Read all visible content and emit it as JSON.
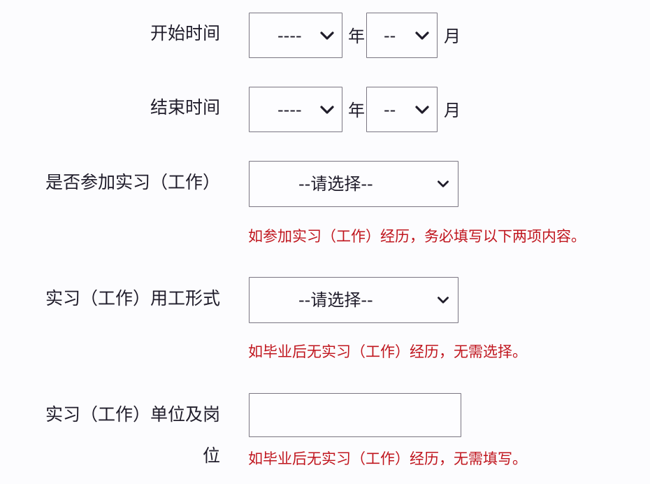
{
  "form": {
    "start_time": {
      "label": "开始时间",
      "year_select": {
        "value": "----"
      },
      "year_unit": "年",
      "month_select": {
        "value": "--"
      },
      "month_unit": "月"
    },
    "end_time": {
      "label": "结束时间",
      "year_select": {
        "value": "----"
      },
      "year_unit": "年",
      "month_select": {
        "value": "--"
      },
      "month_unit": "月"
    },
    "internship": {
      "label": "是否参加实习（工作）",
      "select": {
        "value": "--请选择--"
      },
      "note": "如参加实习（工作）经历，务必填写以下两项内容。"
    },
    "employment_form": {
      "label": "实习（工作）用工形式",
      "select": {
        "value": "--请选择--"
      },
      "note": "如毕业后无实习（工作）经历，无需选择。"
    },
    "employer_position": {
      "label_line1": "实习（工作）单位及岗",
      "label_line2": "位",
      "input": {
        "value": "",
        "placeholder": ""
      },
      "note": "如毕业后无实习（工作）经历，无需填写。"
    }
  },
  "colors": {
    "label_text": "#1f1c2a",
    "note_red": "#c0161e",
    "border": "#7a7682",
    "background": "#fcfcfe"
  },
  "icons": {
    "select_arrow": "chevron-down-icon"
  }
}
